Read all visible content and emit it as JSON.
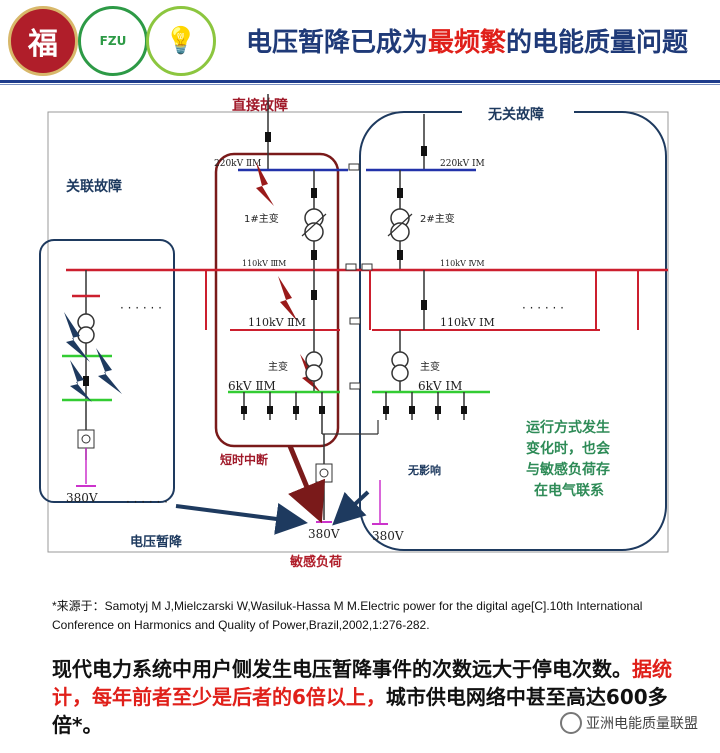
{
  "header": {
    "title_part1": "电压暂降已成为",
    "title_highlight": "最频繁",
    "title_part2": "的电能质量问题",
    "logos": [
      "福",
      "FZU",
      "💡"
    ]
  },
  "diagram": {
    "zone_direct": "直接故障",
    "zone_unrelated": "无关故障",
    "zone_related": "关联故障",
    "bus_220_left": "220kV ⅡM",
    "bus_220_right": "220kV ⅠM",
    "transformer1": "1#主变",
    "transformer2": "2#主变",
    "bus_110_iii": "110kV ⅢM",
    "bus_110_iv": "110kV ⅣM",
    "bus_110_ii": "110kV ⅡM",
    "bus_110_i": "110kV ⅠM",
    "main_tx_left": "主变",
    "main_tx_right": "主变",
    "bus_6kv_ii": "6kV ⅡM",
    "bus_6kv_i": "6kV ⅠM",
    "short_interrupt": "短时中断",
    "no_effect": "无影响",
    "v380_left": "380V",
    "v380_center": "380V",
    "v380_right": "380V",
    "voltage_sag": "电压暂降",
    "sensitive_load": "敏感负荷",
    "dots": "· · · · · ·",
    "note_line1": "运行方式发生",
    "note_line2": "变化时，也会",
    "note_line3": "与敏感负荷存",
    "note_line4": "在电气联系"
  },
  "source_note": "*来源于：Samotyj M J,Mielczarski W,Wasiluk-Hassa M M.Electric power for the digital age[C].10th International Conference on Harmonics and Quality of Power,Brazil,2002,1:276-282.",
  "bottom": {
    "part1": "现代电力系统中用户侧发生电压暂降事件的次数远大于停电次数。",
    "red": "据统计，每年前者至少是后者的6倍以上，",
    "part2": "城市供电网络中甚至高达600多倍*。"
  },
  "watermark": "亚洲电能质量联盟",
  "colors": {
    "title_blue": "#1f3a78",
    "red": "#e0201a",
    "bus_red": "#cc1f2e",
    "bus_blue": "#2233aa",
    "bus_green": "#33cc33",
    "magenta": "#cc33cc",
    "box_navy": "#1e3a5f",
    "box_maroon": "#7a1a1a",
    "note_green": "#2e8b57"
  }
}
